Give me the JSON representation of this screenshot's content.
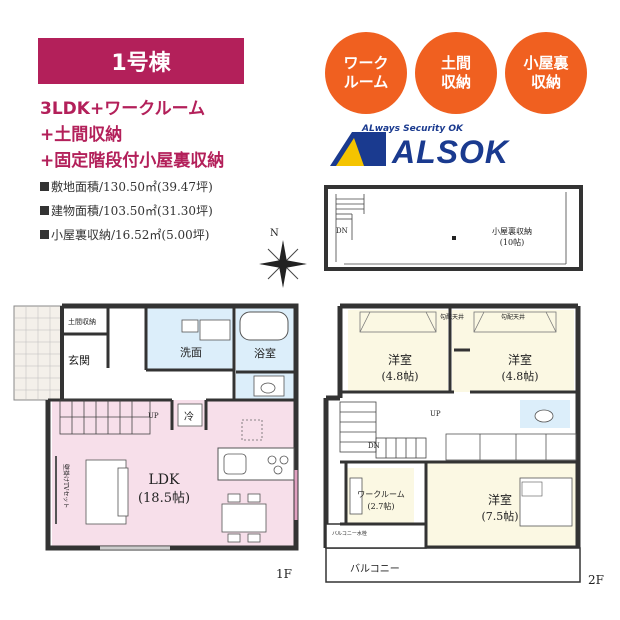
{
  "banner": {
    "title": "1号棟"
  },
  "features": {
    "line1": "3LDK+ワークルーム",
    "line2": "+土間収納",
    "line3": "+固定階段付小屋裏収納"
  },
  "specs": [
    "敷地面積/130.50㎡(39.47坪)",
    "建物面積/103.50㎡(31.30坪)",
    "小屋裏収納/16.52㎡(5.00坪)"
  ],
  "badges": [
    {
      "line1": "ワーク",
      "line2": "ルーム"
    },
    {
      "line1": "土間",
      "line2": "収納"
    },
    {
      "line1": "小屋裏",
      "line2": "収納"
    }
  ],
  "logo": {
    "tagline": "ALways Security OK",
    "word": "ALSOK"
  },
  "colors": {
    "banner": "#b3205a",
    "badge": "#f06020",
    "logo": "#1a3a8f",
    "ldk_fill": "#f7dfea",
    "bath_fill": "#dceefa",
    "room_fill": "#fbf8e3"
  },
  "compass": {
    "north": "N"
  },
  "attic": {
    "dn": "DN",
    "room_name": "小屋裏収納",
    "room_size": "(10帖)"
  },
  "floor1": {
    "floor_label": "1F",
    "genkan": "玄関",
    "doma": "土間収納",
    "senmen": "洗面",
    "yokushitsu": "浴室",
    "up": "UP",
    "fridge": "冷",
    "ldk_name": "LDK",
    "ldk_size": "(18.5帖)",
    "tv": "壁掛けTVセット"
  },
  "floor2": {
    "floor_label": "2F",
    "ceil1": "勾配天井",
    "ceil2": "勾配天井",
    "room1_name": "洋室",
    "room1_size": "(4.8帖)",
    "room2_name": "洋室",
    "room2_size": "(4.8帖)",
    "up": "UP",
    "dn": "DN",
    "work_name": "ワークルーム",
    "work_size": "(2.7帖)",
    "room3_name": "洋室",
    "room3_size": "(7.5帖)",
    "faucet": "バルコニー水栓",
    "balcony": "バルコニー"
  }
}
